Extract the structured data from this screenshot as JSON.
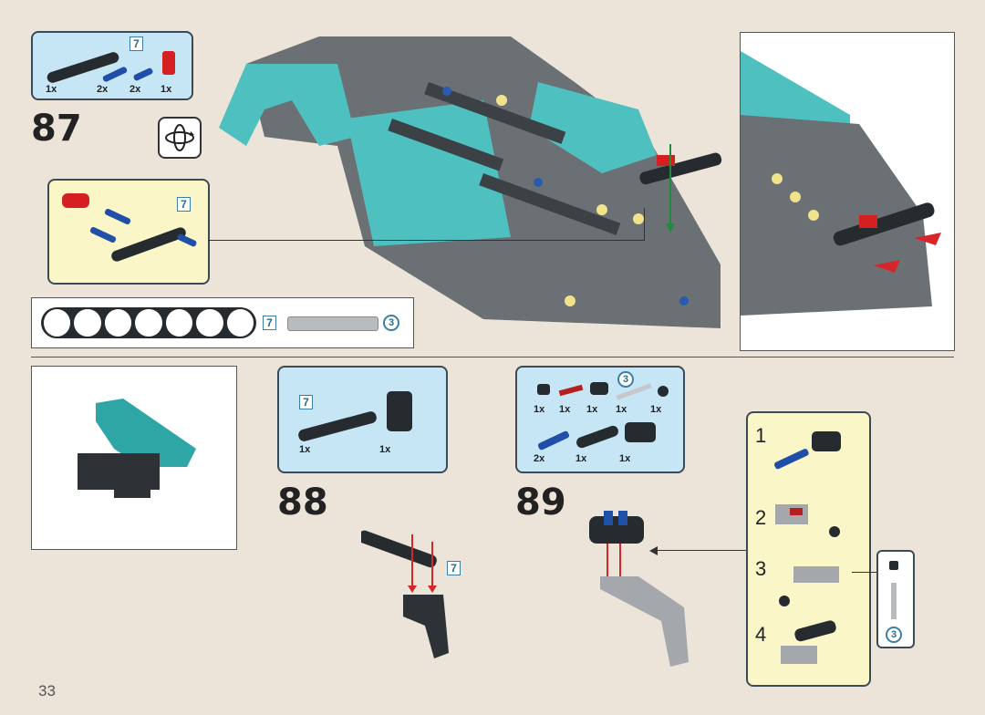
{
  "page_number": "33",
  "step87": {
    "number": "87",
    "parts": [
      {
        "qty": "1x",
        "part": "beam-7"
      },
      {
        "qty": "2x",
        "part": "blue-pin-long"
      },
      {
        "qty": "2x",
        "part": "blue-pin"
      },
      {
        "qty": "1x",
        "part": "red-connector"
      }
    ],
    "beam_length": "7",
    "callout_beam_length": "7",
    "ruler_beam_length": "7",
    "ruler_axle_length": "3",
    "rotate_icon": "rotate-model-icon"
  },
  "step88": {
    "number": "88",
    "parts": [
      {
        "qty": "1x",
        "part": "beam-7"
      },
      {
        "qty": "1x",
        "part": "connector"
      }
    ],
    "beam_length": "7",
    "assembly_beam_length": "7"
  },
  "step89": {
    "number": "89",
    "axle_length": "3",
    "parts_row1": [
      {
        "qty": "1x"
      },
      {
        "qty": "1x"
      },
      {
        "qty": "1x"
      },
      {
        "qty": "1x"
      },
      {
        "qty": "1x"
      }
    ],
    "parts_row2": [
      {
        "qty": "2x"
      },
      {
        "qty": "1x"
      },
      {
        "qty": "1x"
      }
    ],
    "substeps": [
      "1",
      "2",
      "3",
      "4"
    ],
    "sub_axle_length": "3"
  },
  "colors": {
    "background": "#ece4d8",
    "parts_panel": "#c6e5f5",
    "callout": "#fbf6c8",
    "teal": "#4fc0c0",
    "arrow_red": "#d6262a"
  }
}
